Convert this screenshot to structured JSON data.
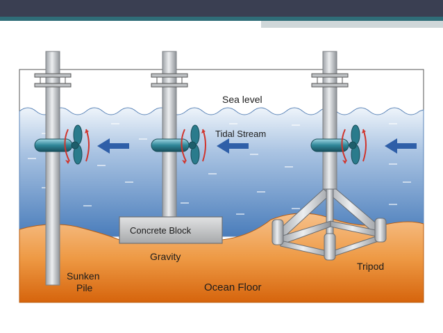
{
  "labels": {
    "sea_level": "Sea level",
    "tidal_stream": "Tidal Stream",
    "concrete_block": "Concrete Block",
    "gravity": "Gravity",
    "sunken_pile_line1": "Sunken",
    "sunken_pile_line2": "Pile",
    "ocean_floor": "Ocean Floor",
    "tripod": "Tripod"
  },
  "colors": {
    "slide_bar": "#3a3f52",
    "slide_accent": "#2f6d78",
    "water_top": "#e9f1f8",
    "water_bottom": "#4a7fbd",
    "floor_top": "#f4b777",
    "floor_bottom": "#d6670f",
    "pole": "#c9cccf",
    "turbine": "#2a7b8c",
    "arrow_blue": "#2f5fa8",
    "rotation_arrow": "#d0342c"
  }
}
